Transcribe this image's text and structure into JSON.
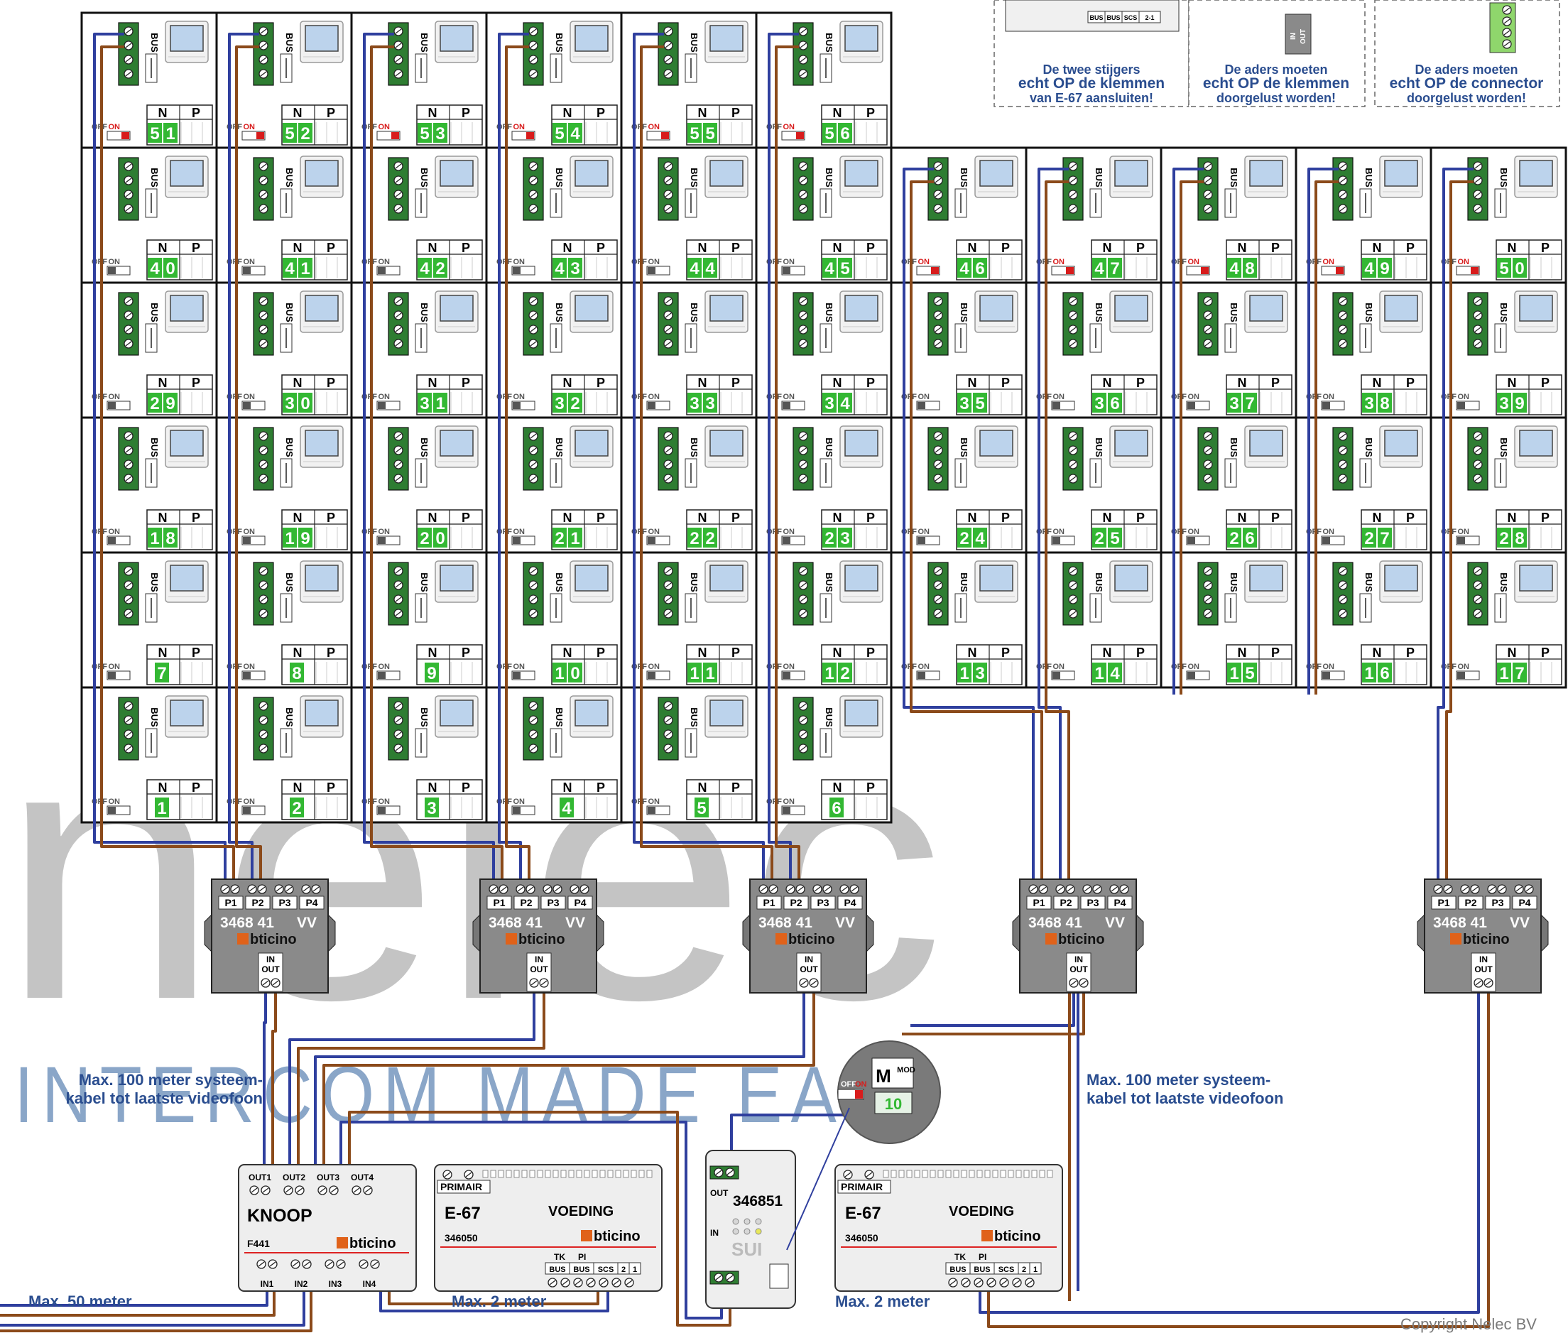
{
  "watermark": {
    "brand": "nelec",
    "tagline": "INTERCOM MADE EA"
  },
  "copyright": "Copyright Nelec BV",
  "monitor": {
    "bus_label": "BUS",
    "off_label": "OFF",
    "on_label": "ON",
    "n_label": "N",
    "p_label": "P"
  },
  "monitor_numbers": [
    [
      51,
      52,
      53,
      54,
      55,
      56
    ],
    [
      40,
      41,
      42,
      43,
      44,
      45,
      46,
      47,
      48,
      49,
      50
    ],
    [
      29,
      30,
      31,
      32,
      33,
      34,
      35,
      36,
      37,
      38,
      39
    ],
    [
      18,
      19,
      20,
      21,
      22,
      23,
      24,
      25,
      26,
      27,
      28
    ],
    [
      7,
      8,
      9,
      10,
      11,
      12,
      13,
      14,
      15,
      16,
      17
    ],
    [
      1,
      2,
      3,
      4,
      5,
      6
    ]
  ],
  "monitor_switch_on": [
    51,
    52,
    53,
    54,
    55,
    56,
    46,
    47,
    48,
    49,
    50
  ],
  "distributor": {
    "ports": [
      "P1",
      "P2",
      "P3",
      "P4"
    ],
    "model": "3468 41",
    "suffix": "VV",
    "brand": "bticino",
    "in_label": "IN",
    "out_label": "OUT"
  },
  "knoop": {
    "outputs": [
      "OUT1",
      "OUT2",
      "OUT3",
      "OUT4"
    ],
    "title": "KNOOP",
    "code": "F441",
    "brand": "bticino",
    "inputs": [
      "IN1",
      "IN2",
      "IN3",
      "IN4"
    ]
  },
  "power_supply": {
    "primair": "PRIMAIR",
    "model": "E-67",
    "title": "VOEDING",
    "code": "346050",
    "brand": "bticino",
    "terminals": [
      "BUS",
      "BUS",
      "SCS",
      "2",
      "1"
    ],
    "tk": "TK",
    "pi": "PI"
  },
  "interface": {
    "model": "346851",
    "out_label": "OUT",
    "in_label": "IN",
    "sub": "SUI",
    "mod_label": "MOD",
    "m_label": "M",
    "mod_value": "10"
  },
  "notes": [
    {
      "lines": [
        "De twee stijgers",
        "echt OP de klemmen",
        "van E-67 aansluiten!"
      ]
    },
    {
      "lines": [
        "De aders moeten",
        "echt OP de klemmen",
        "doorgelust worden!"
      ]
    },
    {
      "lines": [
        "De aders moeten",
        "echt OP de connector",
        "doorgelust worden!"
      ]
    }
  ],
  "note_terminals": [
    "BUS",
    "BUS",
    "SCS",
    "2-1"
  ],
  "note_in_out": [
    "IN",
    "OUT"
  ],
  "labels": {
    "cable_left": [
      "Max. 100 meter systeem-",
      "kabel tot laatste videofoon"
    ],
    "cable_right": [
      "Max. 100 meter systeem-",
      "kabel tot laatste videofoon"
    ],
    "max50": "Max. 50 meter",
    "max2_left": "Max. 2 meter",
    "max2_right": "Max. 2 meter"
  },
  "colors": {
    "wire_blue": "#2f3f9e",
    "wire_brown": "#8b4a1a",
    "terminal_green": "#2e7d32",
    "digit_green": "#33b833",
    "device_gray": "#8a8a8a",
    "brand_orange": "#e0621a",
    "switch_red": "#d81c1c",
    "note_blue": "#2a4d8f"
  }
}
